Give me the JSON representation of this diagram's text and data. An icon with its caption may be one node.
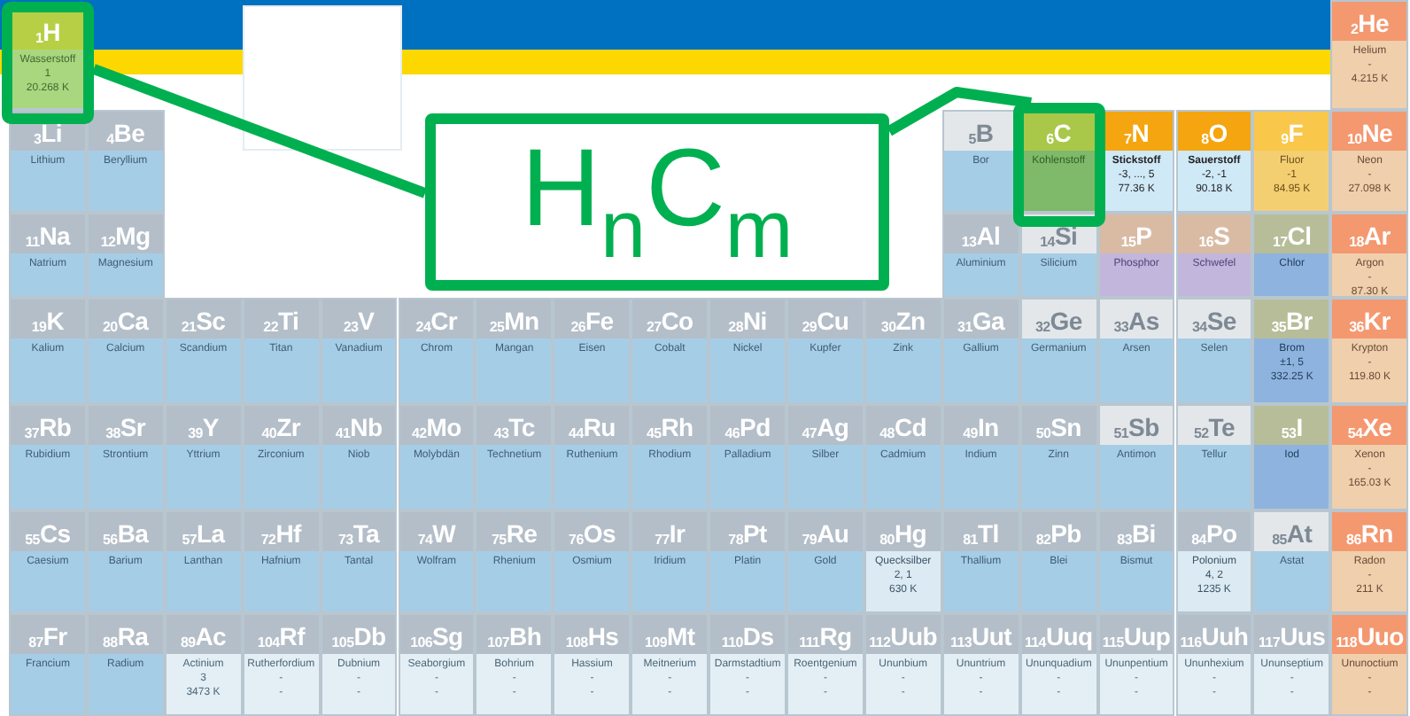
{
  "diagram": {
    "nodes": [
      {
        "text": [
          "$_{1}$H",
          "Wasserstoff",
          "1",
          "20.268 K"
        ]
      },
      {
        "text": [
          "$_{2}$He",
          "Helium",
          "-",
          "4.215 K"
        ]
      },
      {
        "text": [
          "$_{3}$Li",
          "Lithium"
        ]
      },
      {
        "text": [
          "$_{4}$Be",
          "Beryllium"
        ]
      },
      {
        "text": [
          "$_{5}$B",
          "Bor"
        ]
      },
      {
        "text": [
          "$_{6}$C",
          "Kohlenstoff"
        ]
      },
      {
        "text": [
          "$_{7}$N",
          "Stickstoff",
          "-3, ..., 5",
          "77.36 K"
        ]
      },
      {
        "text": [
          "$_{8}$O",
          "Sauerstoff",
          "-2, -1",
          "90.18 K"
        ]
      },
      {
        "text": [
          "$_{9}$F",
          "Fluor",
          "-1",
          "84.95 K"
        ]
      },
      {
        "text": [
          "$_{10}$Ne",
          "Neon",
          "-",
          "27.098 K"
        ]
      },
      {
        "text": [
          "$_{11}$Na",
          "Natrium"
        ]
      },
      {
        "text": [
          "$_{12}$Mg",
          "Magnesium"
        ]
      },
      {
        "text": [
          "$_{13}$Al",
          "Aluminium"
        ]
      },
      {
        "text": [
          "$_{14}$Si",
          "Silicium"
        ]
      },
      {
        "text": [
          "$_{15}$P",
          "Phosphor"
        ]
      },
      {
        "text": [
          "$_{16}$S",
          "Schwefel"
        ]
      },
      {
        "text": [
          "$_{17}$Cl",
          "Chlor"
        ]
      },
      {
        "text": [
          "$_{18}$Ar",
          "Argon",
          "-",
          "87.30 K"
        ]
      },
      {
        "text": [
          "$_{19}$K",
          "Kalium"
        ]
      },
      {
        "text": [
          "$_{20}$Ca",
          "Calcium"
        ]
      },
      {
        "text": [
          "$_{21}$Sc",
          "Scandium"
        ]
      },
      {
        "text": [
          "$_{22}$Ti",
          "Titan"
        ]
      },
      {
        "text": [
          "$_{23}$V",
          "Vanadium"
        ]
      },
      {
        "text": [
          "$_{24}$Cr",
          "Chrom"
        ]
      },
      {
        "text": [
          "$_{25}$Mn",
          "Mangan"
        ]
      },
      {
        "text": [
          "$_{26}$Fe",
          "Eisen"
        ]
      },
      {
        "text": [
          "$_{27}$Co",
          "Cobalt"
        ]
      },
      {
        "text": [
          "$_{28}$Ni",
          "Nickel"
        ]
      },
      {
        "text": [
          "$_{29}$Cu",
          "Kupfer"
        ]
      },
      {
        "text": [
          "$_{30}$Zn",
          "Zink"
        ]
      },
      {
        "text": [
          "$_{31}$Ga",
          "Gallium"
        ]
      },
      {
        "text": [
          "$_{32}$Ge",
          "Germanium"
        ]
      },
      {
        "text": [
          "$_{33}$As",
          "Arsen"
        ]
      },
      {
        "text": [
          "$_{34}$Se",
          "Selen"
        ]
      },
      {
        "text": [
          "$_{35}$Br",
          "Brom",
          "±1, 5",
          "332.25 K"
        ]
      },
      {
        "text": [
          "$_{36}$Kr",
          "Krypton",
          "-",
          "119.80 K"
        ]
      },
      {
        "text": [
          "$_{37}$Rb",
          "Rubidium"
        ]
      },
      {
        "text": [
          "$_{38}$Sr",
          "Strontium"
        ]
      },
      {
        "text": [
          "$_{39}$Y",
          "Yttrium"
        ]
      },
      {
        "text": [
          "$_{40}$Zr",
          "Zirconium"
        ]
      },
      {
        "text": [
          "$_{41}$Nb",
          "Niob"
        ]
      },
      {
        "text": [
          "$_{42}$Mo",
          "Molybdän"
        ]
      },
      {
        "text": [
          "$_{43}$Tc",
          "Technetium"
        ]
      },
      {
        "text": [
          "$_{44}$Ru",
          "Ruthenium"
        ]
      },
      {
        "text": [
          "$_{45}$Rh",
          "Rhodium"
        ]
      },
      {
        "text": [
          "$_{46}$Pd",
          "Palladium"
        ]
      },
      {
        "text": [
          "$_{47}$Ag",
          "Silber"
        ]
      },
      {
        "text": [
          "$_{48}$Cd",
          "Cadmium"
        ]
      },
      {
        "text": [
          "$_{49}$In",
          "Indium"
        ]
      },
      {
        "text": [
          "$_{50}$Sn",
          "Zinn"
        ]
      },
      {
        "text": [
          "$_{51}$Sb",
          "Antimon"
        ]
      },
      {
        "text": [
          "$_{52}$Te",
          "Tellur"
        ]
      },
      {
        "text": [
          "$_{53}$I",
          "Iod"
        ]
      },
      {
        "text": [
          "$_{54}$Xe",
          "Xenon",
          "-",
          "165.03 K"
        ]
      },
      {
        "text": [
          "$_{55}$Cs",
          "Caesium"
        ]
      },
      {
        "text": [
          "$_{56}$Ba",
          "Barium"
        ]
      },
      {
        "text": [
          "$_{57}$La",
          "Lanthan"
        ]
      },
      {
        "text": [
          "$_{72}$Hf",
          "Hafnium"
        ]
      },
      {
        "text": [
          "$_{73}$Ta",
          "Tantal"
        ]
      },
      {
        "text": [
          "$_{74}$W",
          "Wolfram"
        ]
      },
      {
        "text": [
          "$_{75}$Re",
          "Rhenium"
        ]
      },
      {
        "text": [
          "$_{76}$Os",
          "Osmium"
        ]
      },
      {
        "text": [
          "$_{77}$Ir",
          "Iridium"
        ]
      },
      {
        "text": [
          "$_{78}$Pt",
          "Platin"
        ]
      },
      {
        "text": [
          "$_{79}$Au",
          "Gold"
        ]
      },
      {
        "text": [
          "$_{80}$Hg",
          "Quecksilber",
          "2, 1",
          "630 K"
        ]
      },
      {
        "text": [
          "$_{81}$Tl",
          "Thallium"
        ]
      },
      {
        "text": [
          "$_{82}$Pb",
          "Blei"
        ]
      },
      {
        "text": [
          "$_{83}$Bi",
          "Bismut"
        ]
      },
      {
        "text": [
          "$_{84}$Po",
          "Polonium",
          "4, 2",
          "1235 K"
        ]
      },
      {
        "text": [
          "$_{85}$At",
          "Astat"
        ]
      },
      {
        "text": [
          "$_{86}$Rn",
          "Radon",
          "-",
          "211 K"
        ]
      },
      {
        "text": [
          "$_{87}$Fr",
          "Francium"
        ]
      },
      {
        "text": [
          "$_{88}$Ra",
          "Radium"
        ]
      },
      {
        "text": [
          "$_{89}$Ac",
          "Actinium",
          "3",
          "3473 K"
        ]
      },
      {
        "text": [
          "$_{104}$Rf",
          "Rutherfordium",
          "-",
          "-"
        ]
      },
      {
        "text": [
          "$_{105}$Db",
          "Dubnium",
          "-",
          "-"
        ]
      },
      {
        "text": [
          "$_{106}$Sg",
          "Seaborgium",
          "-",
          "-"
        ]
      },
      {
        "text": [
          "$_{107}$Bh",
          "Bohrium",
          "-",
          "-"
        ]
      },
      {
        "text": [
          "$_{108}$Hs",
          "Hassium",
          "-",
          "-"
        ]
      },
      {
        "text": [
          "$_{109}$Mt",
          "Meitnerium",
          "-",
          "-"
        ]
      },
      {
        "text": [
          "$_{110}$Ds",
          "Darmstadtium",
          "-",
          "-"
        ]
      },
      {
        "text": [
          "$_{111}$Rg",
          "Roentgenium",
          "-",
          "-"
        ]
      },
      {
        "text": [
          "$_{112}$Uub",
          "Ununbium",
          "-",
          "-"
        ]
      },
      {
        "text": [
          "$_{113}$Uut",
          "Ununtrium",
          "-",
          "-"
        ]
      },
      {
        "text": [
          "$_{114}$Uuq",
          "Ununquadium",
          "-",
          "-"
        ]
      },
      {
        "text": [
          "$_{115}$Uup",
          "Ununpentium",
          "-",
          "-"
        ]
      },
      {
        "text": [
          "$_{116}$Uuh",
          "Ununhexium",
          "-",
          "-"
        ]
      },
      {
        "text": [
          "$_{117}$Uus",
          "Ununseptium",
          "-",
          "-"
        ]
      },
      {
        "text": [
          "$_{118}$Uuo",
          "Ununoctium",
          "-",
          "-"
        ]
      },
      {
        "text": [
          "H$_{n}$C$_{m}$"
        ]
      }
    ],
    "edges": [
      {
        "from": 0,
        "to": 90,
        "arrow": "none"
      },
      {
        "from": 5,
        "to": 90,
        "arrow": "none"
      }
    ]
  }
}
